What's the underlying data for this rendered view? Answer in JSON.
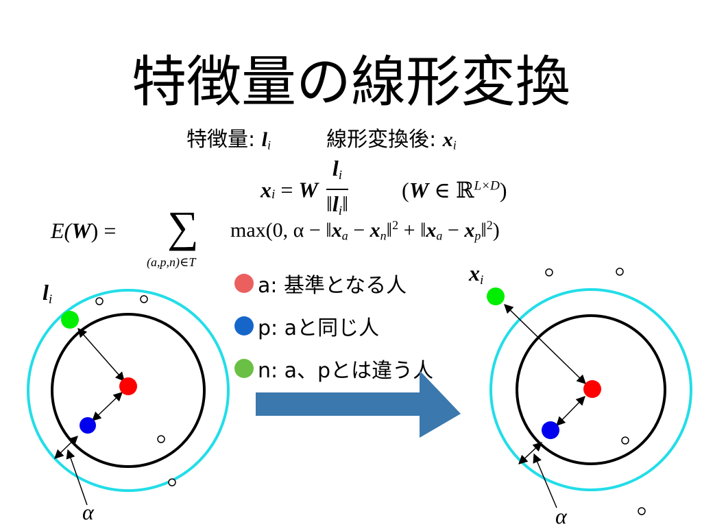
{
  "title": "特徴量の線形変換",
  "line1": {
    "feature_label": "特徴量:",
    "feature_symbol": "l",
    "feature_sub": "i",
    "transformed_label": "線形変換後:",
    "transformed_symbol": "x",
    "transformed_sub": "i"
  },
  "eq1": {
    "lhs": "x",
    "lhs_sub": "i",
    "equals": "=",
    "W": "W",
    "num": "l",
    "num_sub": "i",
    "den_open": "‖",
    "den_sym": "l",
    "den_sub": "i",
    "den_close": "‖",
    "cond_open": "(",
    "cond_W": "W",
    "cond_in": "∈",
    "cond_R": "ℝ",
    "cond_sup": "L×D",
    "cond_close": ")"
  },
  "eq2": {
    "lhs": "E(",
    "W": "W",
    "lhs_close": ") =",
    "sum": "∑",
    "sum_sub": "(a,p,n)∈T",
    "body_pre": "max(0, α − ‖",
    "xa1": "x",
    "xa1_sub": "a",
    "minus1": " − ",
    "xn": "x",
    "xn_sub": "n",
    "sq1": "‖",
    "sup1": "2",
    "plus": " + ‖",
    "xa2": "x",
    "xa2_sub": "a",
    "minus2": " − ",
    "xp": "x",
    "xp_sub": "p",
    "sq2": "‖",
    "sup2": "2",
    "close": ")"
  },
  "legend": [
    {
      "color": "#ec5f5f",
      "text": "a: 基準となる人"
    },
    {
      "color": "#1666c9",
      "text": "p: aと同じ人"
    },
    {
      "color": "#6abf45",
      "text": "n: a、pとは違う人"
    }
  ],
  "labels": {
    "left_space": "l",
    "left_space_sub": "i",
    "right_space": "x",
    "right_space_sub": "i",
    "alpha_left": "α",
    "alpha_right": "α"
  },
  "colors": {
    "anchor": "#ff0000",
    "positive": "#0000ee",
    "negative": "#00ee00",
    "margin_circle": "#22dde8",
    "arrow": "#3a78ad"
  }
}
